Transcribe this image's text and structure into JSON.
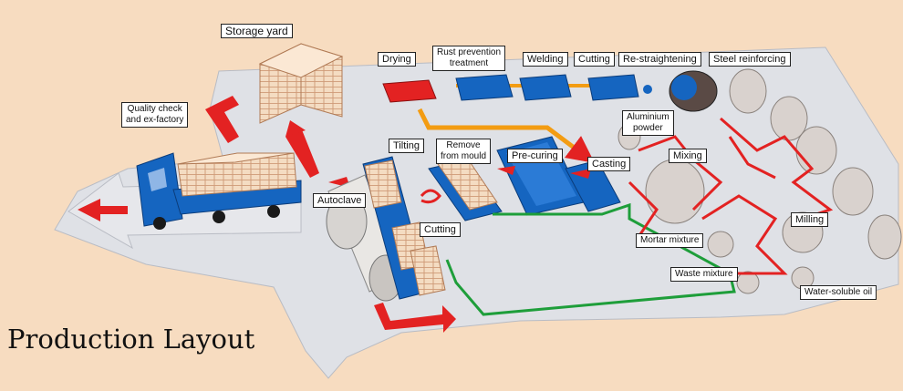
{
  "title": "Production Layout",
  "labels": {
    "storage_yard": "Storage yard",
    "quality_check": "Quality check\nand ex-factory",
    "drying": "Drying",
    "rust_prevention": "Rust prevention\ntreatment",
    "welding": "Welding",
    "cutting_steel": "Cutting",
    "re_straightening": "Re-straightening",
    "steel_reinforcing": "Steel reinforcing",
    "aluminium_powder": "Aluminium\npowder",
    "mixing": "Mixing",
    "tilting": "Tilting",
    "remove_from_mould": "Remove\nfrom mould",
    "pre_curing": "Pre-curing",
    "casting": "Casting",
    "autoclave": "Autoclave",
    "cutting_block": "Cutting",
    "milling": "Milling",
    "mortar_mixture": "Mortar mixture",
    "waste_mixture": "Waste mixture",
    "water_soluble_oil": "Water-soluble oil"
  },
  "colors": {
    "background": "#f7dcc0",
    "floor": "#dfe1e6",
    "conveyor_blue": "#1565c0",
    "flow_red": "#e32222",
    "flow_orange": "#f39c12",
    "flow_green": "#1e9e3a",
    "brick": "#f2d7ba",
    "tank": "#d9d2ce"
  }
}
